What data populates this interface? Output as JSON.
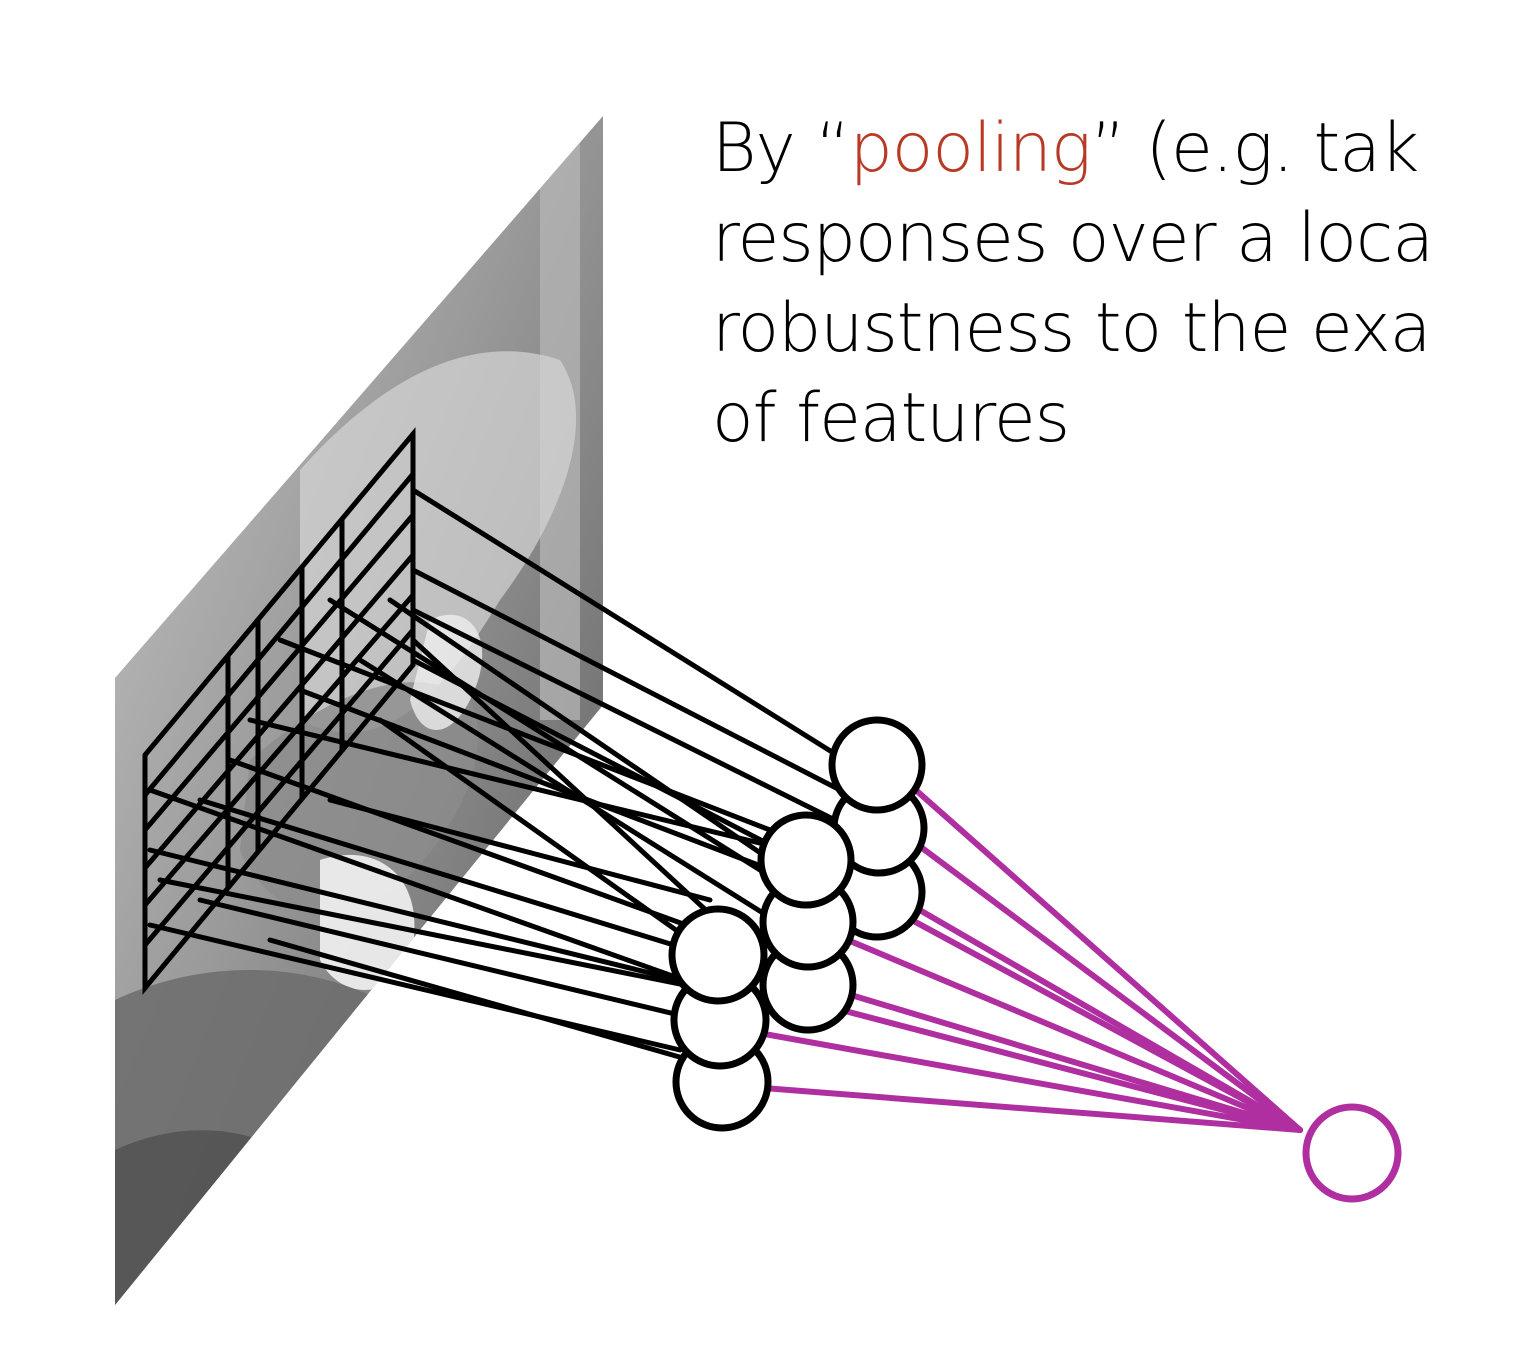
{
  "caption": {
    "line1_before": "By “",
    "line1_highlight": "pooling",
    "line1_after": "” (e.g. tak",
    "line2": "responses over a loca",
    "line3": "robustness to the exa",
    "line4": "of features"
  },
  "colors": {
    "highlight": "#b83a25",
    "text": "#000000",
    "pool_lines": "#b02fa0",
    "feature_lines": "#000000"
  },
  "icons": {
    "input_image": "grayscale-photo-in-perspective",
    "filter_grid": "receptive-field-grid",
    "feature_units": "circle-neurons",
    "pooling_unit": "magenta-circle-neuron"
  }
}
